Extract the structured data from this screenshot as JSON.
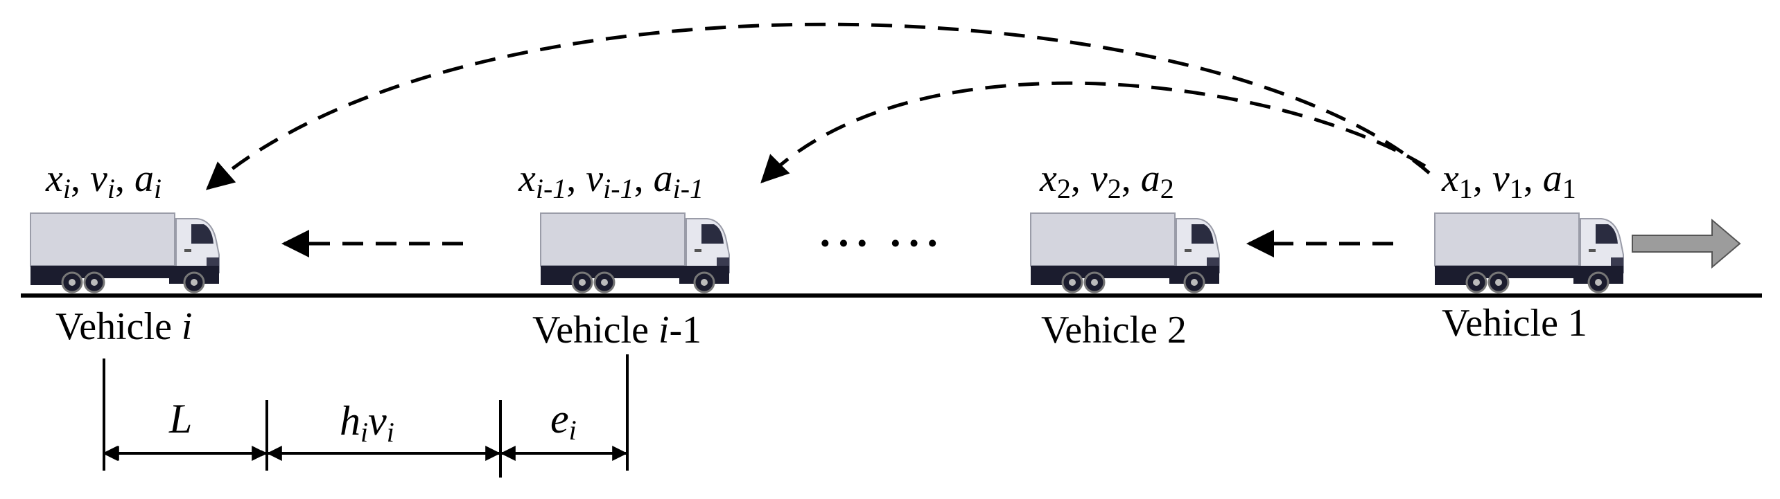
{
  "vehicles": [
    {
      "name_prefix": "Vehicle ",
      "name_index": "i",
      "name_suffix": "",
      "state": {
        "x": "x",
        "v": "v",
        "a": "a",
        "sub": "i"
      }
    },
    {
      "name_prefix": "Vehicle ",
      "name_index": "i",
      "name_suffix": "-1",
      "state": {
        "x": "x",
        "v": "v",
        "a": "a",
        "sub": "i-1"
      }
    },
    {
      "name_prefix": "Vehicle ",
      "name_index": "",
      "name_suffix": "2",
      "state": {
        "x": "x",
        "v": "v",
        "a": "a",
        "sub": "2"
      }
    },
    {
      "name_prefix": "Vehicle ",
      "name_index": "",
      "name_suffix": "1",
      "state": {
        "x": "x",
        "v": "v",
        "a": "a",
        "sub": "1"
      }
    }
  ],
  "ellipsis": "··· ···",
  "dimensions": {
    "L": "L",
    "headway": {
      "h": "h",
      "h_sub": "i",
      "v": "v",
      "v_sub": "i"
    },
    "error": {
      "e": "e",
      "e_sub": "i"
    }
  },
  "colors": {
    "truck_body": "#d4d5de",
    "truck_body_edge": "#9a9ca8",
    "truck_chassis": "#1b1c2e",
    "cab": "#e6e7ee",
    "road": "#000000",
    "direction_arrow": "#9c9c9c"
  },
  "icons": [
    "truck-icon",
    "direction-arrow-icon",
    "communication-arrow-icon"
  ]
}
